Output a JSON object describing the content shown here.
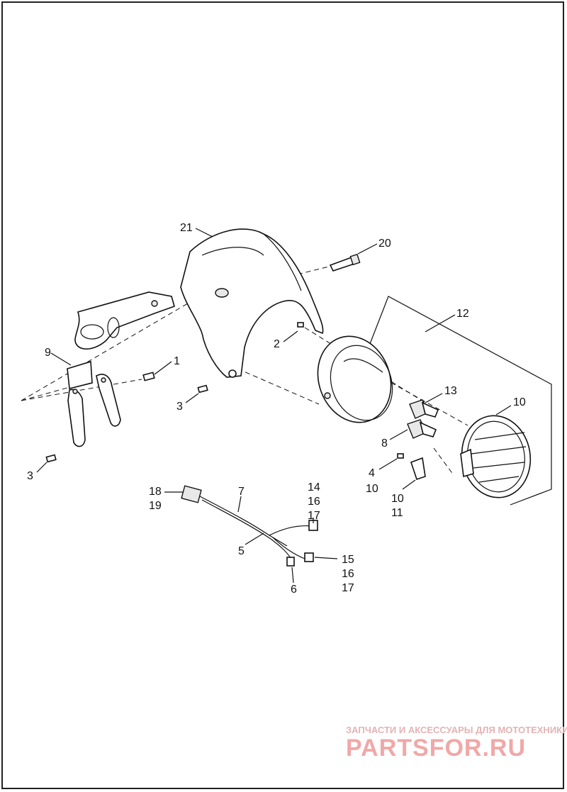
{
  "diagram": {
    "callouts": {
      "c1": "1",
      "c2": "2",
      "c3a": "3",
      "c3b": "3",
      "c4": "4",
      "c5": "5",
      "c6": "6",
      "c7": "7",
      "c8": "8",
      "c9": "9",
      "c10a": "10",
      "c10b": "10",
      "c10c": "10",
      "c11": "11",
      "c12": "12",
      "c13": "13",
      "c14": "14",
      "c15": "15",
      "c16a": "16",
      "c16b": "16",
      "c17a": "17",
      "c17b": "17",
      "c18": "18",
      "c19": "19",
      "c20": "20",
      "c21": "21"
    }
  },
  "watermark": {
    "tagline": "ЗАПЧАСТИ И АКСЕССУАРЫ ДЛЯ МОТОТЕХНИКИ",
    "brand": "PARTSFOR.RU",
    "color": "#f0a8a8"
  }
}
